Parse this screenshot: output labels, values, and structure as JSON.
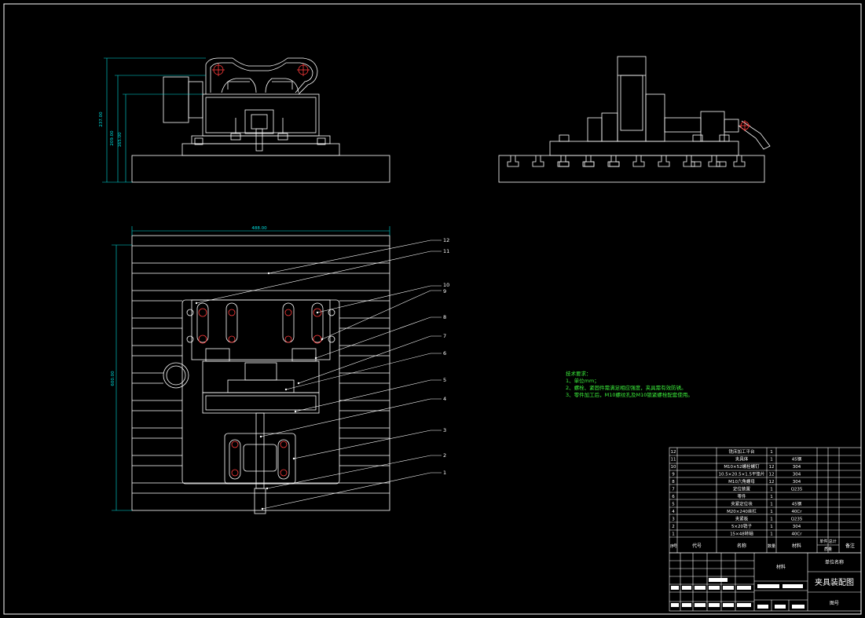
{
  "dimensions": {
    "height_total": "237.00",
    "height_mid": "209.00",
    "height_low": "165.00",
    "width_plan": "488.00",
    "height_plan": "600.00"
  },
  "balloons": [
    "12",
    "11",
    "10",
    "9",
    "8",
    "7",
    "6",
    "5",
    "4",
    "3",
    "2",
    "1"
  ],
  "tech_notes": {
    "title": "技术要求：",
    "items": [
      "1、单位mm；",
      "2、螺栓、紧固件需满足相应强度，夹具需有效防锈。",
      "3、零件加工后，M10螺纹孔及M10锁紧螺栓配套使用。"
    ]
  },
  "bom": {
    "rows": [
      {
        "no": "12",
        "name": "铣床加工平台",
        "qty": "1",
        "material": ""
      },
      {
        "no": "11",
        "name": "夹具体",
        "qty": "1",
        "material": "45钢"
      },
      {
        "no": "10",
        "name": "M10×52螺栓螺钉",
        "qty": "12",
        "material": "304"
      },
      {
        "no": "9",
        "name": "10.5×20.5×1.5平垫片",
        "qty": "12",
        "material": "304"
      },
      {
        "no": "8",
        "name": "M10六角螺母",
        "qty": "12",
        "material": "304"
      },
      {
        "no": "7",
        "name": "定位装置",
        "qty": "1",
        "material": "Q235"
      },
      {
        "no": "6",
        "name": "零件",
        "qty": "1",
        "material": ""
      },
      {
        "no": "5",
        "name": "夹紧定位块",
        "qty": "1",
        "material": "45钢"
      },
      {
        "no": "4",
        "name": "M20×240丝杠",
        "qty": "1",
        "material": "40Cr"
      },
      {
        "no": "3",
        "name": "夹紧板",
        "qty": "1",
        "material": "Q235"
      },
      {
        "no": "2",
        "name": "5×20销子",
        "qty": "1",
        "material": "304"
      },
      {
        "no": "1",
        "name": "15×48转轴",
        "qty": "1",
        "material": "40Cr"
      }
    ],
    "header": {
      "no": "序号",
      "code": "代号",
      "name": "名称",
      "qty": "数量",
      "material": "材料",
      "weight": "单件 总计",
      "weight_sub": "质量",
      "remark": "备注"
    }
  },
  "title_block": {
    "material_label": "材料",
    "company_label": "单位名称",
    "drawing_title": "夹具装配图",
    "drawing_no_label": "图号"
  },
  "colors": {
    "line": "#ffffff",
    "dimension": "#00e0e0",
    "notes": "#3cf03c",
    "hole": "#ff3b3b"
  }
}
